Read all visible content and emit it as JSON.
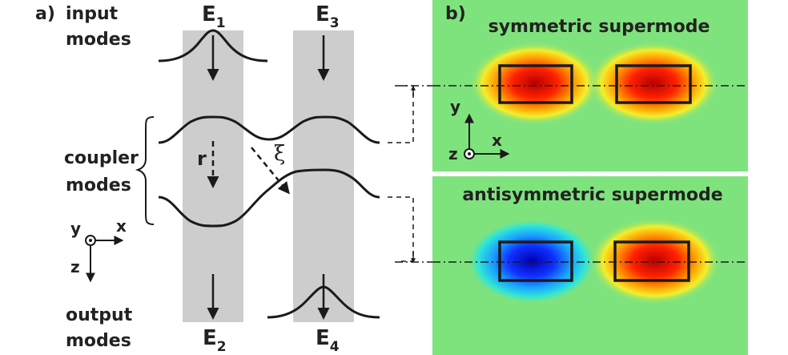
{
  "panel_a": {
    "tag": "a)",
    "input_modes": [
      "input",
      "modes"
    ],
    "coupler_modes": [
      "coupler",
      "modes"
    ],
    "output_modes": [
      "output",
      "modes"
    ],
    "field_1": {
      "base": "E",
      "sub": "1"
    },
    "field_2": {
      "base": "E",
      "sub": "2"
    },
    "field_3": {
      "base": "E",
      "sub": "3"
    },
    "field_4": {
      "base": "E",
      "sub": "4"
    },
    "reflection_label": "r",
    "coupling_label": "ξ",
    "axes": {
      "y": "y",
      "x": "x",
      "z": "z"
    }
  },
  "panel_b": {
    "tag": "b)",
    "top_title": "symmetric supermode",
    "bottom_title": "antisymmetric supermode",
    "axes": {
      "y": "y",
      "x": "x",
      "z": "z"
    }
  },
  "colors": {
    "waveguide_shade": "#cdcdcd",
    "field_background": "#7fe37d",
    "positive_lobe": "#d40000",
    "negative_lobe": "#0000cc",
    "outline": "#1a1a1a"
  }
}
